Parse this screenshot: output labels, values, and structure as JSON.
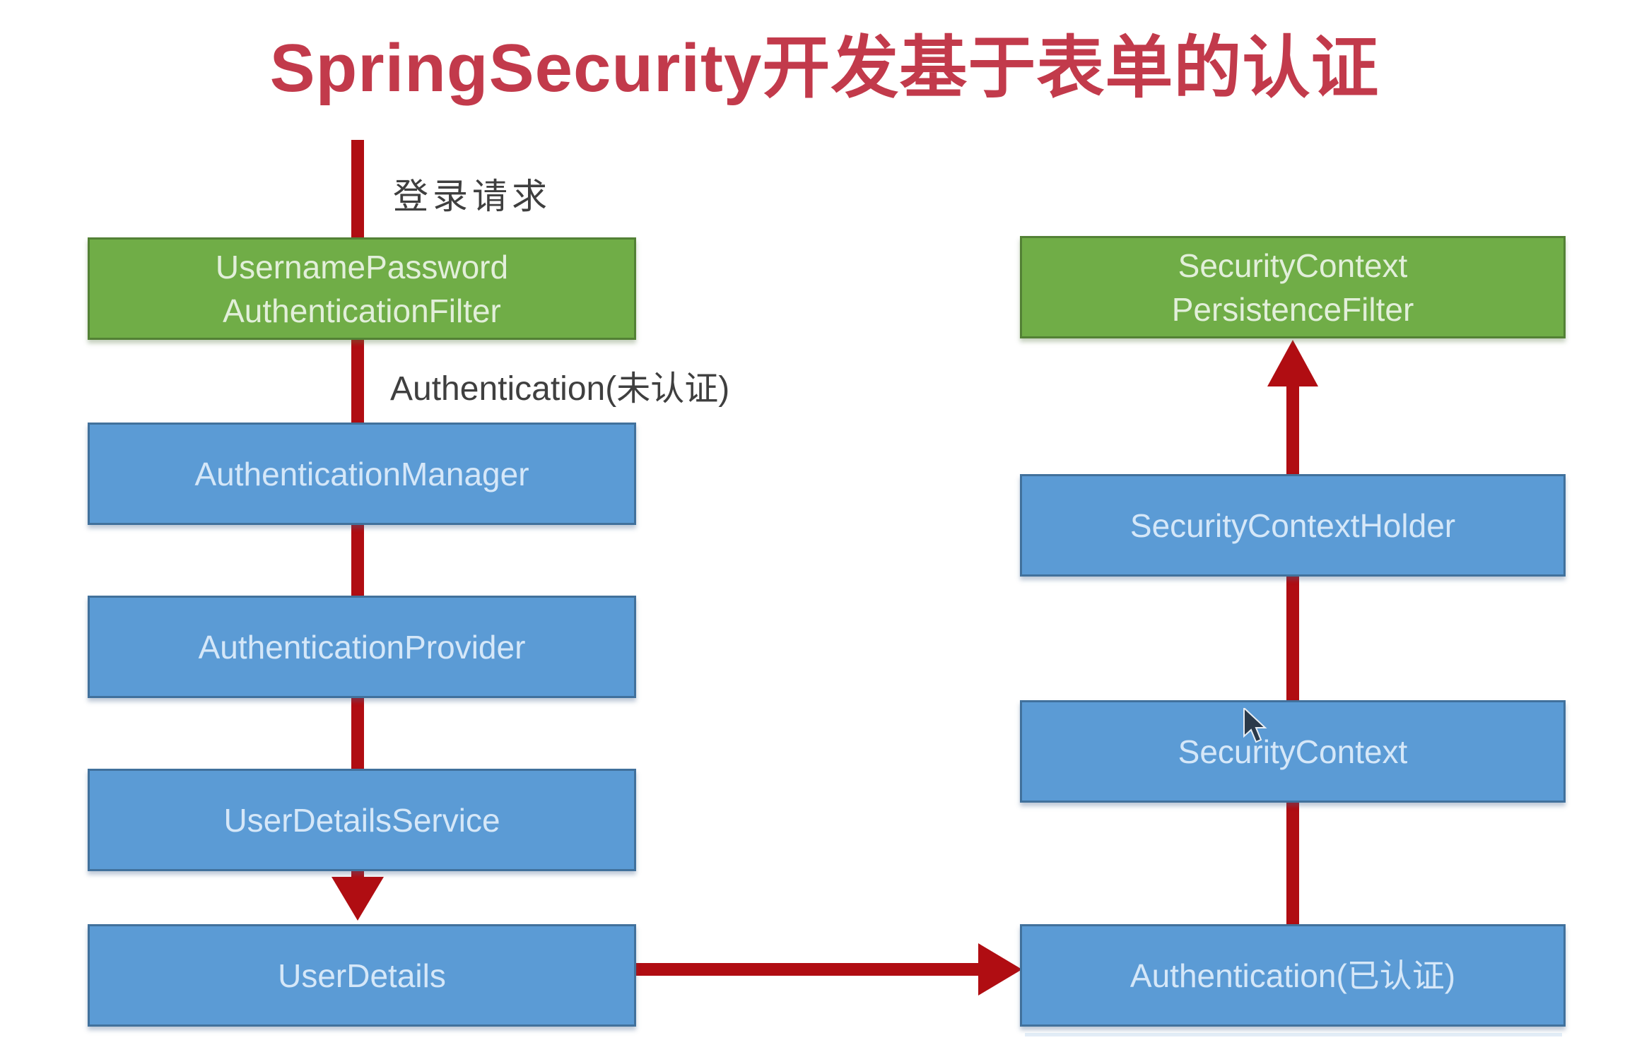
{
  "title": {
    "text": "SpringSecurity开发基于表单的认证"
  },
  "annotations": {
    "login_request": "登录请求",
    "unauthenticated": "Authentication(未认证)"
  },
  "left_flow": {
    "nodes": [
      {
        "line1": "UsernamePassword",
        "line2": "AuthenticationFilter"
      },
      {
        "label": "AuthenticationManager"
      },
      {
        "label": "AuthenticationProvider"
      },
      {
        "label": "UserDetailsService"
      },
      {
        "label": "UserDetails"
      }
    ]
  },
  "right_flow": {
    "nodes": [
      {
        "line1": "SecurityContext",
        "line2": "PersistenceFilter"
      },
      {
        "label": "SecurityContextHolder"
      },
      {
        "label": "SecurityContext"
      },
      {
        "label": "Authentication(已认证)"
      }
    ]
  },
  "colors": {
    "title_red": "#c23a4b",
    "arrow_red": "#b00d12",
    "green_fill": "#70ad47",
    "green_border": "#538135",
    "blue_fill": "#5b9bd5",
    "blue_border": "#41719c"
  }
}
